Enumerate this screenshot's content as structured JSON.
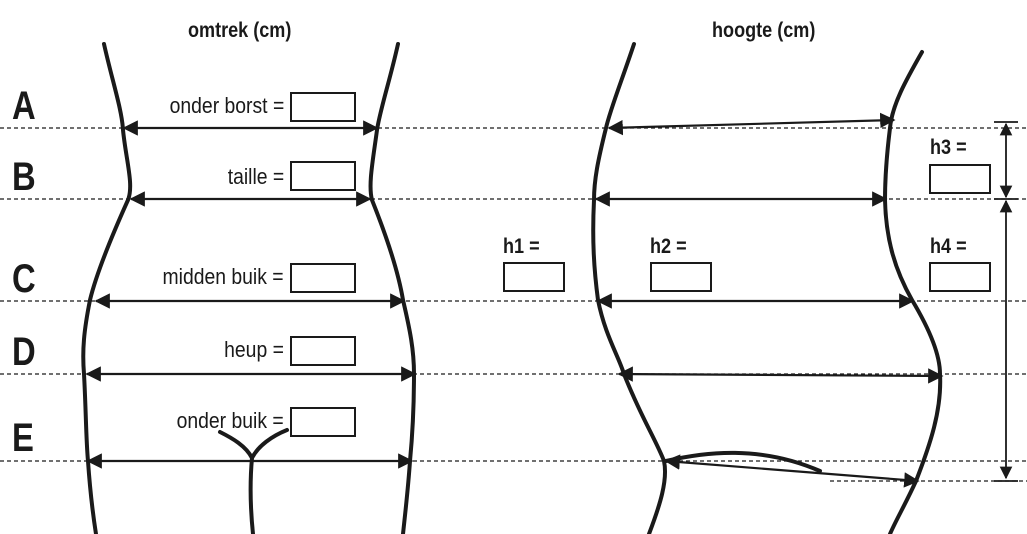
{
  "headers": {
    "left": "omtrek (cm)",
    "right": "hoogte (cm)"
  },
  "rows": [
    {
      "letter": "A",
      "label": "onder borst ="
    },
    {
      "letter": "B",
      "label": "taille ="
    },
    {
      "letter": "C",
      "label": "midden buik ="
    },
    {
      "letter": "D",
      "label": "heup ="
    },
    {
      "letter": "E",
      "label": "onder buik ="
    }
  ],
  "heights": {
    "h1": "h1 =",
    "h2": "h2 =",
    "h3": "h3 =",
    "h4": "h4 ="
  },
  "colors": {
    "ink": "#1a1a1a",
    "background": "#ffffff"
  }
}
